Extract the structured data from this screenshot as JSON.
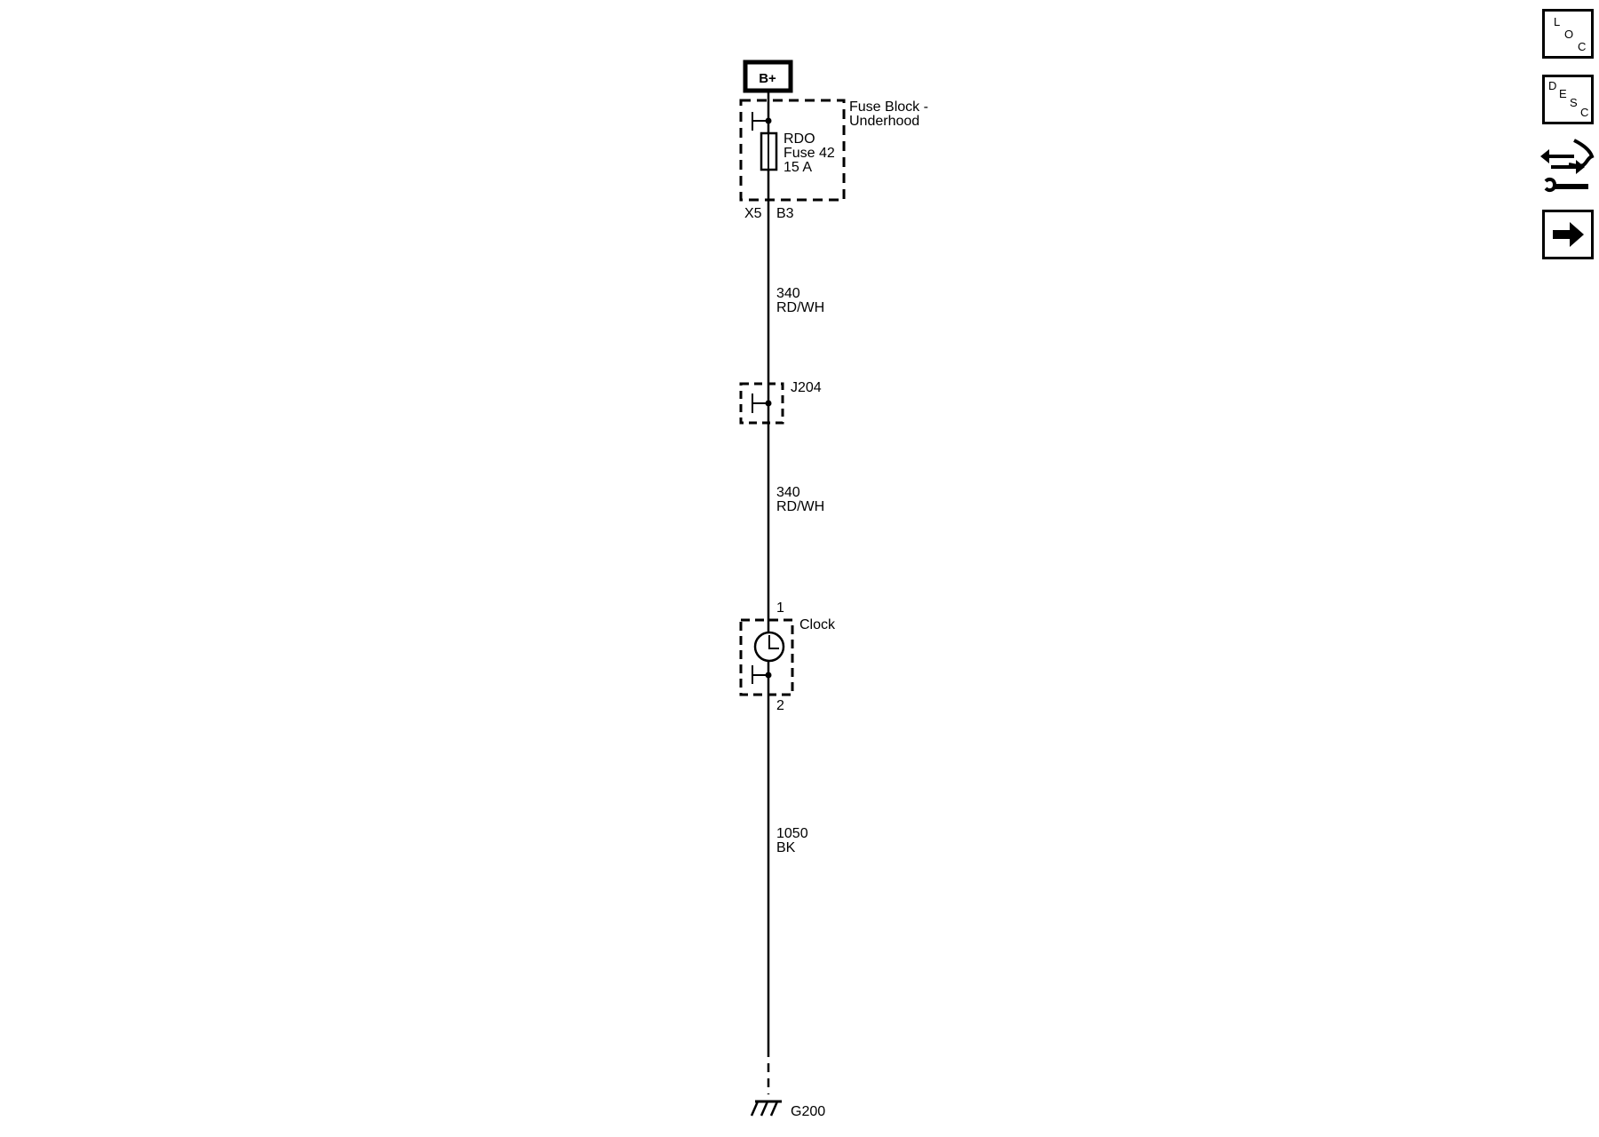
{
  "power": {
    "label": "B+"
  },
  "fuse_block": {
    "name_line1": "Fuse Block -",
    "name_line2": "Underhood",
    "fuse_line1": "RDO",
    "fuse_line2": "Fuse 42",
    "fuse_line3": "15 A",
    "connector": "X5",
    "pin": "B3"
  },
  "wire_1": {
    "circuit": "340",
    "color": "RD/WH"
  },
  "splice": {
    "label": "J204"
  },
  "wire_2": {
    "circuit": "340",
    "color": "RD/WH"
  },
  "clock": {
    "label": "Clock",
    "pin_top": "1",
    "pin_bottom": "2"
  },
  "wire_3": {
    "circuit": "1050",
    "color": "BK"
  },
  "ground": {
    "label": "G200"
  },
  "toolbar": {
    "loc": [
      "L",
      "O",
      "C"
    ],
    "desc": [
      "D",
      "E",
      "S",
      "C"
    ],
    "connector_icon": "connector-end-view-icon",
    "next_icon": "right-arrow-icon"
  }
}
